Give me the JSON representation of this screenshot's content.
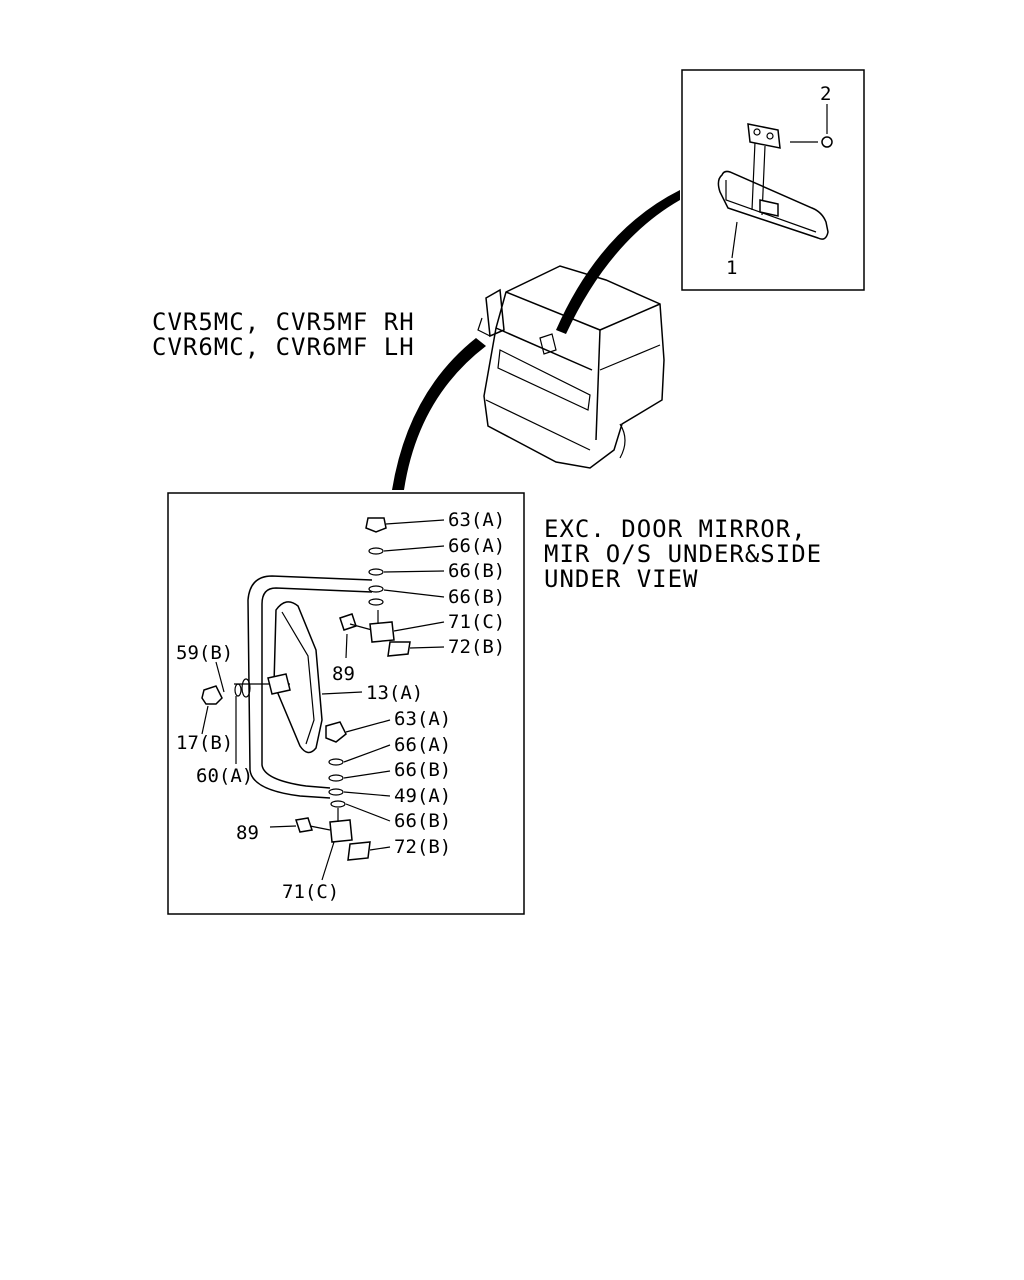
{
  "notes": {
    "model_line_1": "CVR5MC, CVR5MF RH",
    "model_line_2": "CVR6MC, CVR6MF LH",
    "view_line_1": "EXC. DOOR MIRROR,",
    "view_line_2": "MIR O/S UNDER&SIDE",
    "view_line_3": "UNDER VIEW"
  },
  "callouts": {
    "inner_mirror": {
      "p1": "1",
      "p2": "2"
    },
    "outer_mirror": {
      "c63a_top": "63(A)",
      "c66a_top": "66(A)",
      "c66b_1": "66(B)",
      "c66b_2": "66(B)",
      "c71c_top": "71(C)",
      "c72b_top": "72(B)",
      "c89_top": "89",
      "c59b": "59(B)",
      "c13a": "13(A)",
      "c17b": "17(B)",
      "c60a": "60(A)",
      "c63a_low": "63(A)",
      "c66a_low": "66(A)",
      "c66b_low": "66(B)",
      "c49a": "49(A)",
      "c66b_bottom": "66(B)",
      "c89_low": "89",
      "c72b_low": "72(B)",
      "c71c_low": "71(C)"
    }
  }
}
